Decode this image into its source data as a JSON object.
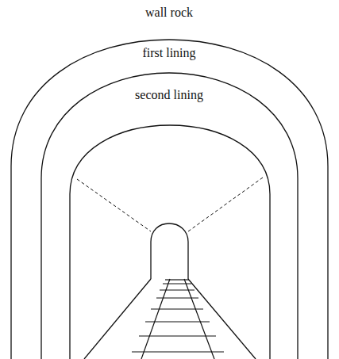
{
  "diagram": {
    "labels": [
      "wall rock",
      "first lining",
      "second lining"
    ]
  }
}
